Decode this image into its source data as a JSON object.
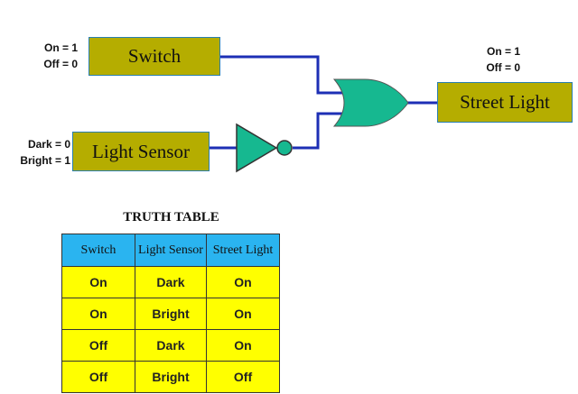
{
  "switch": {
    "label": "Switch",
    "on_text": "On = 1",
    "off_text": "Off = 0"
  },
  "sensor": {
    "label": "Light Sensor",
    "dark_text": "Dark = 0",
    "bright_text": "Bright = 1"
  },
  "light": {
    "label": "Street Light",
    "on_text": "On = 1",
    "off_text": "Off = 0"
  },
  "gates": {
    "not": "NOT gate",
    "or": "OR gate"
  },
  "colors": {
    "box_fill": "#b5ad00",
    "box_border": "#2a7fb0",
    "wire": "#1d2fb5",
    "gate_fill": "#16b890",
    "header_fill": "#2ab4f0",
    "cell_fill": "#ffff00"
  },
  "truth_table": {
    "title": "TRUTH TABLE",
    "headers": [
      "Switch",
      "Light Sensor",
      "Street Light"
    ],
    "rows": [
      [
        "On",
        "Dark",
        "On"
      ],
      [
        "On",
        "Bright",
        "On"
      ],
      [
        "Off",
        "Dark",
        "On"
      ],
      [
        "Off",
        "Bright",
        "Off"
      ]
    ]
  }
}
